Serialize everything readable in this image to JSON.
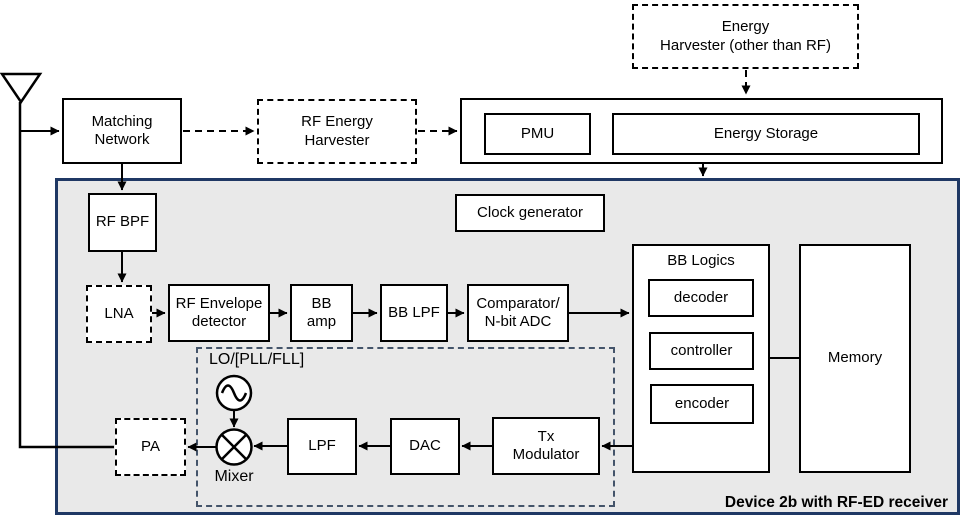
{
  "caption": "Device 2b with RF-ED receiver",
  "nodes": {
    "matching_network": "Matching\nNetwork",
    "rf_energy_harvester": "RF Energy\nHarvester",
    "energy_harvester_other": "Energy\nHarvester (other than RF)",
    "pmu": "PMU",
    "energy_storage": "Energy Storage",
    "clock_generator": "Clock generator",
    "rf_bpf": "RF BPF",
    "lna": "LNA",
    "rf_envelope_detector": "RF Envelope\ndetector",
    "bb_amp": "BB\namp",
    "bb_lpf": "BB LPF",
    "comparator_adc": "Comparator/\nN-bit ADC",
    "bb_logics_title": "BB Logics",
    "decoder": "decoder",
    "controller": "controller",
    "encoder": "encoder",
    "memory": "Memory",
    "lo_pll_fll": "LO/[PLL/FLL]",
    "mixer": "Mixer",
    "pa": "PA",
    "lpf": "LPF",
    "dac": "DAC",
    "tx_modulator": "Tx\nModulator"
  },
  "icons": {
    "antenna": "antenna-icon",
    "oscillator": "oscillator-icon",
    "mixer": "mixer-icon"
  },
  "colors": {
    "device_area_fill": "#e9e9e9",
    "device_area_border": "#1f3864",
    "lo_region_border": "#44546a",
    "box_border": "#000000",
    "line": "#000000",
    "background": "#ffffff"
  }
}
